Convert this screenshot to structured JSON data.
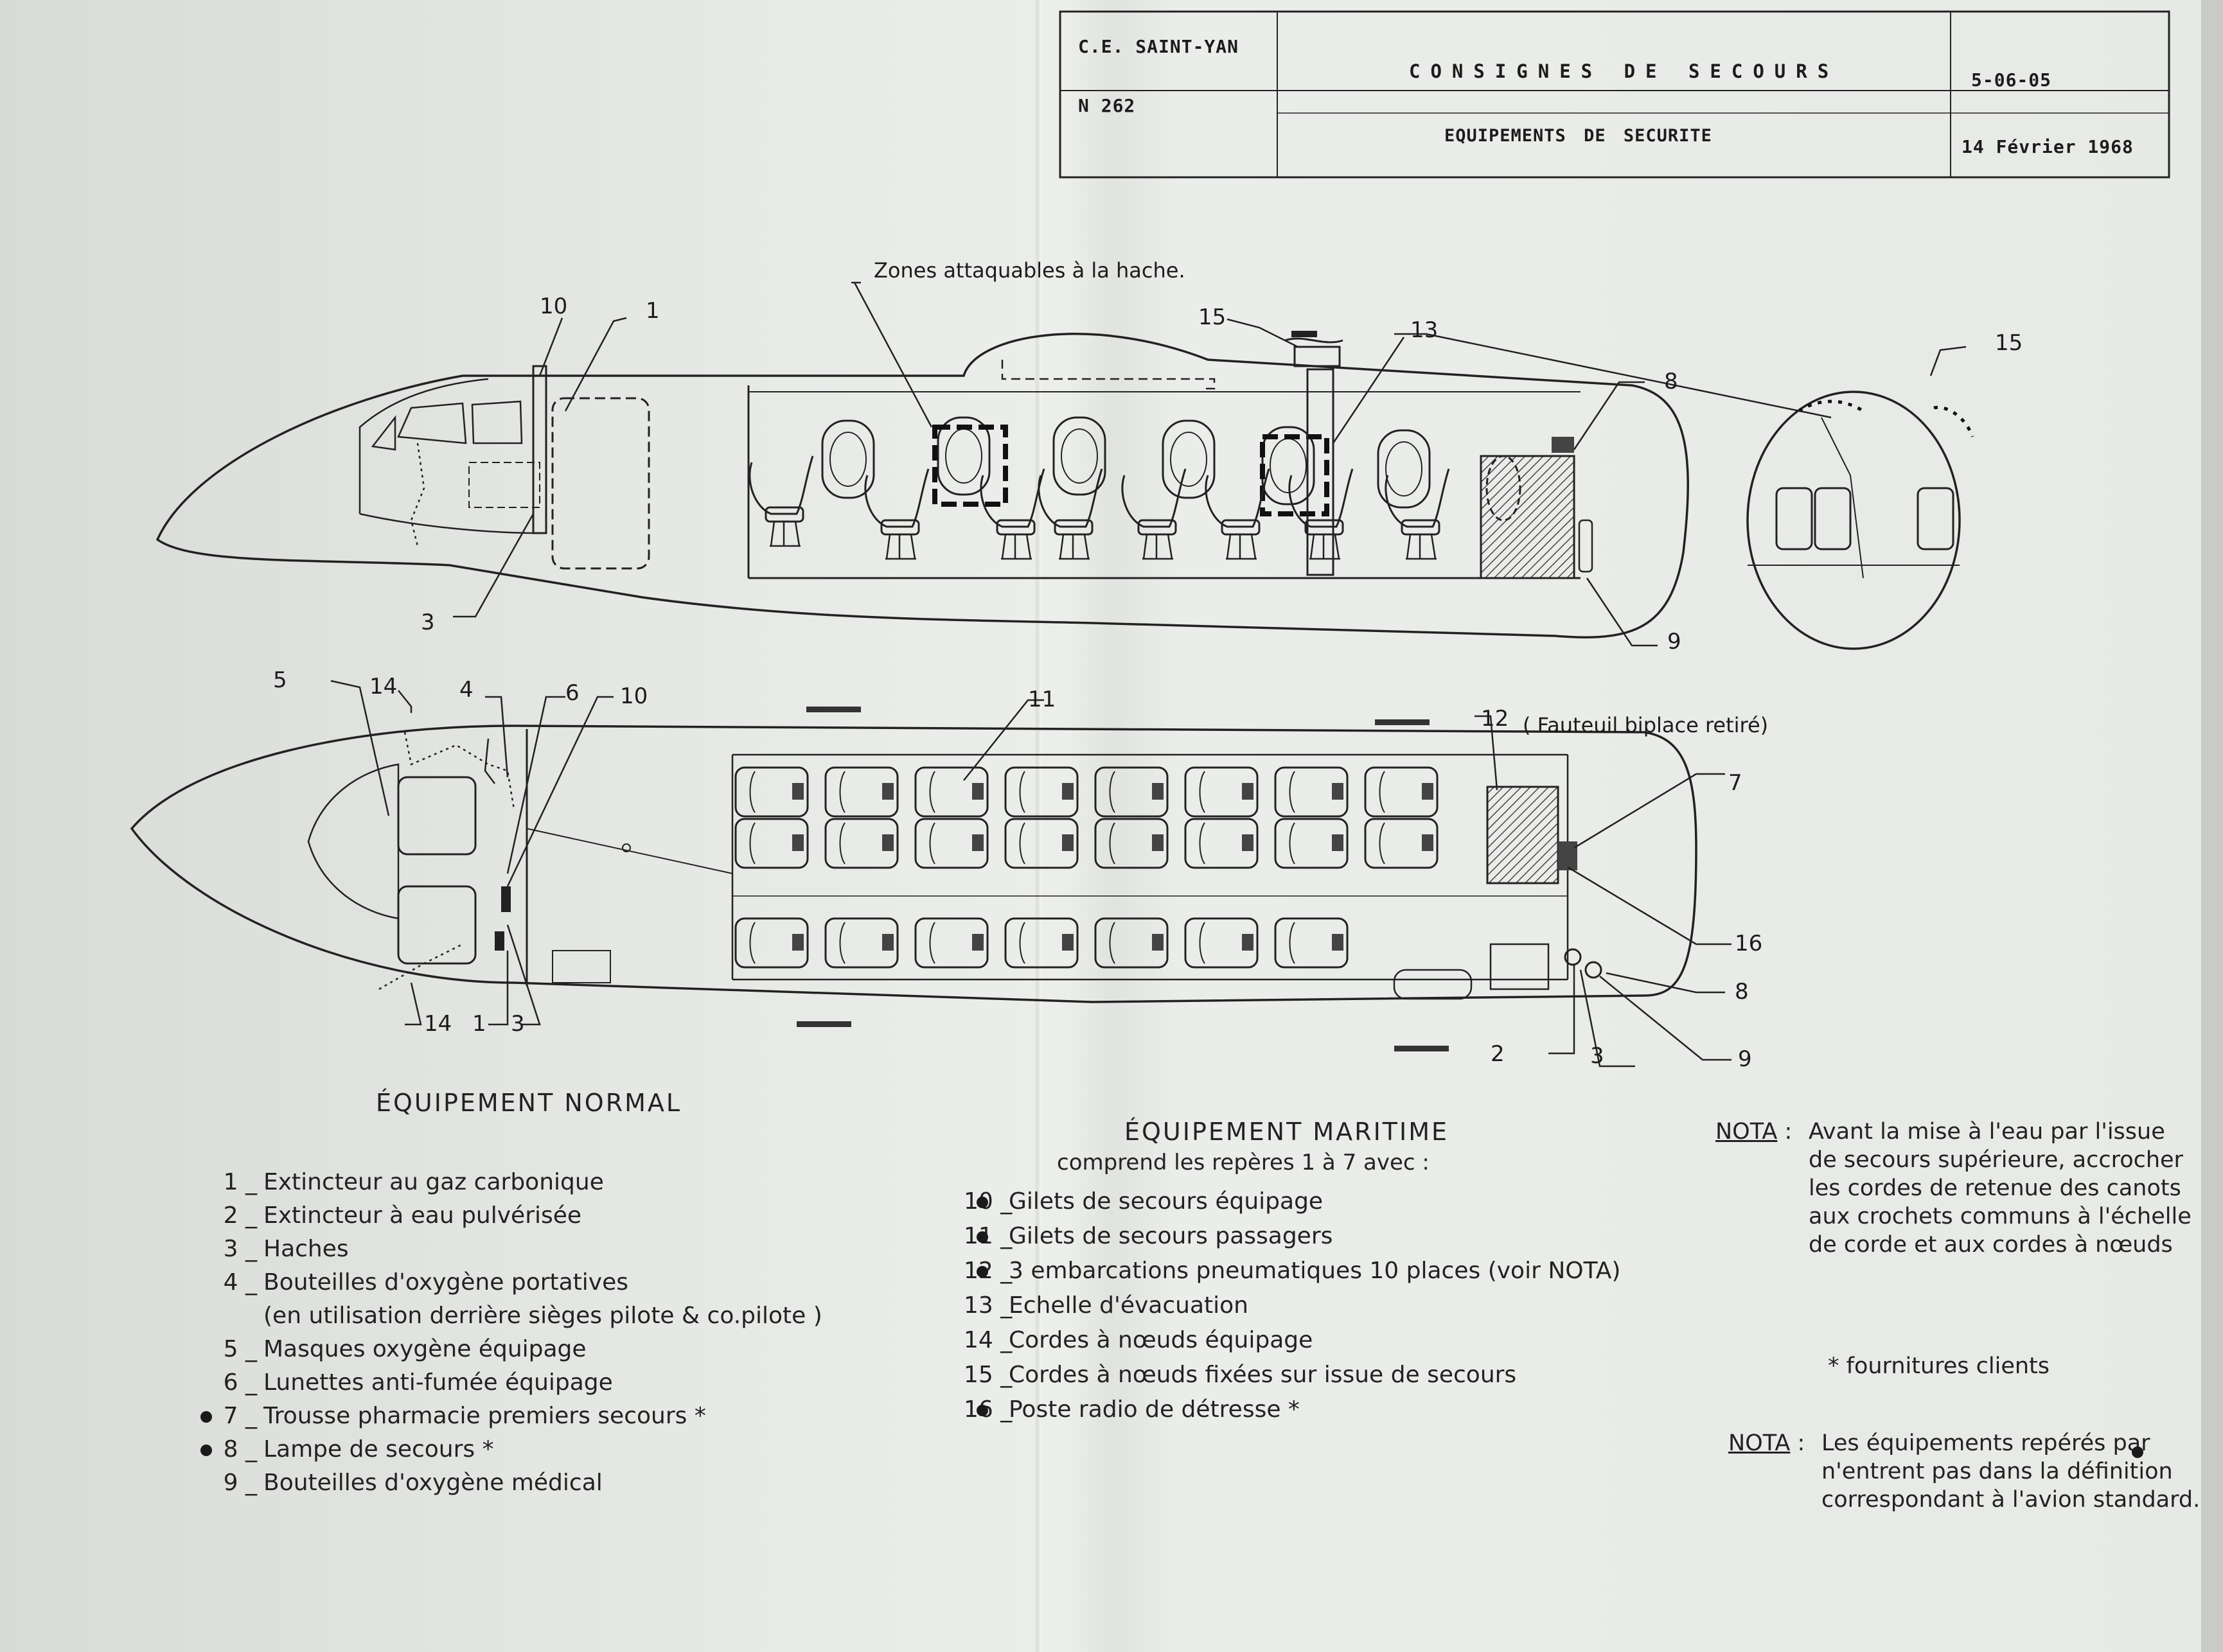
{
  "title_block": {
    "org": "C.E. SAINT-YAN",
    "doc_no": "N 262",
    "title": "CONSIGNES DE SECOURS",
    "subtitle": "EQUIPEMENTS DE SECURITE",
    "ref": "5-06-05",
    "date": "14 Février 1968"
  },
  "top_view_labels": {
    "zones": "Zones attaquables à la hache.",
    "c10": "10",
    "c1": "1",
    "c3": "3",
    "c15": "15",
    "c13": "13",
    "c8": "8",
    "c9": "9",
    "c15b": "15"
  },
  "plan_view_labels": {
    "c5": "5",
    "c14a": "14",
    "c4": "4",
    "c6": "6",
    "c10": "10",
    "c11": "11",
    "c12": "12",
    "c12_note": "( Fauteuil biplace retiré)",
    "c7": "7",
    "c16": "16",
    "c8": "8",
    "c9": "9",
    "c14b": "14",
    "c1": "1",
    "c3": "3",
    "c2": "2",
    "c3b": "3"
  },
  "normal": {
    "heading": "ÉQUIPEMENT   NORMAL",
    "items": [
      {
        "num": "1",
        "text": "Extincteur au gaz carbonique",
        "dot": false
      },
      {
        "num": "2",
        "text": "Extincteur à eau pulvérisée",
        "dot": false
      },
      {
        "num": "3",
        "text": "Haches",
        "dot": false
      },
      {
        "num": "4",
        "text": "Bouteilles  d'oxygène portatives",
        "dot": false
      },
      {
        "num": "",
        "text": "(en utilisation derrière sièges pilote & co.pilote )",
        "dot": false
      },
      {
        "num": "5",
        "text": "Masques oxygène équipage",
        "dot": false
      },
      {
        "num": "6",
        "text": "Lunettes anti-fumée équipage",
        "dot": false
      },
      {
        "num": "7",
        "text": "Trousse pharmacie premiers secours *",
        "dot": true
      },
      {
        "num": "8",
        "text": "Lampe  de  secours *",
        "dot": true
      },
      {
        "num": "9",
        "text": "Bouteilles  d'oxygène médical",
        "dot": false
      }
    ]
  },
  "maritime": {
    "heading": "ÉQUIPEMENT   MARITIME",
    "subheading": "comprend les repères 1 à 7 avec :",
    "items": [
      {
        "num": "10",
        "text": "Gilets  de secours équipage",
        "dot": true
      },
      {
        "num": "11",
        "text": "Gilets  de secours passagers",
        "dot": true
      },
      {
        "num": "12",
        "text": "3 embarcations pneumatiques 10 places (voir NOTA)",
        "dot": true
      },
      {
        "num": "13",
        "text": "Echelle d'évacuation",
        "dot": false
      },
      {
        "num": "14",
        "text": "Cordes à nœuds équipage",
        "dot": false
      },
      {
        "num": "15",
        "text": "Cordes à nœuds  fixées  sur issue de secours",
        "dot": false
      },
      {
        "num": "16",
        "text": "Poste radio  de  détresse *",
        "dot": true
      }
    ]
  },
  "nota1": {
    "label": "NOTA",
    "lines": [
      "Avant la mise à l'eau par l'issue",
      "de secours supérieure, accrocher",
      "les cordes de retenue des canots",
      "aux crochets communs à l'échelle",
      "de corde  et   aux cordes à nœuds"
    ]
  },
  "fournitures": "* fournitures  clients",
  "nota2": {
    "label": "NOTA",
    "lines": [
      "Les équipements repérés par",
      "n'entrent pas dans la définition",
      "correspondant à l'avion standard."
    ]
  }
}
